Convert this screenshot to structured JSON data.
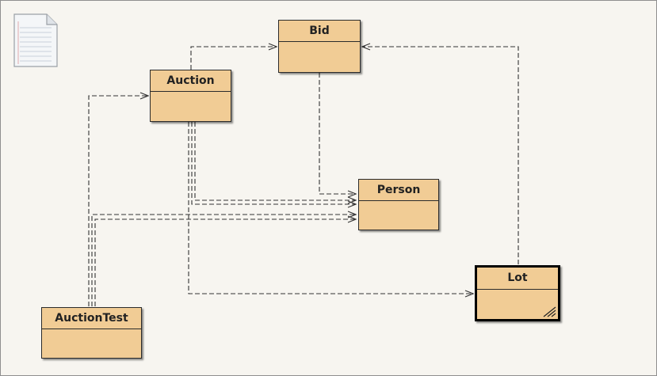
{
  "diagram": {
    "classes": [
      {
        "id": "bid",
        "label": "Bid"
      },
      {
        "id": "auction",
        "label": "Auction"
      },
      {
        "id": "person",
        "label": "Person"
      },
      {
        "id": "lot",
        "label": "Lot"
      },
      {
        "id": "auctiontest",
        "label": "AuctionTest"
      }
    ],
    "dependencies": [
      {
        "from": "Auction",
        "to": "Bid"
      },
      {
        "from": "AuctionTest",
        "to": "Auction"
      },
      {
        "from": "Bid",
        "to": "Person"
      },
      {
        "from": "Auction",
        "to": "Person"
      },
      {
        "from": "AuctionTest",
        "to": "Person"
      },
      {
        "from": "Auction",
        "to": "Lot"
      },
      {
        "from": "Lot",
        "to": "Bid"
      }
    ],
    "selected": "Lot",
    "colors": {
      "class_fill": "#f1cc95",
      "canvas_background": "#f7f5f0",
      "line": "#333333"
    },
    "icons": {
      "readme": "document-icon"
    }
  }
}
